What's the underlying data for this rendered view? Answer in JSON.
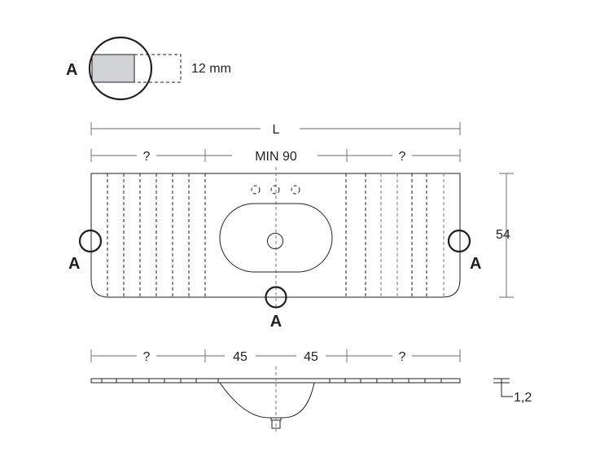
{
  "detail": {
    "label": "A",
    "thickness": "12 mm"
  },
  "plan": {
    "overall_length": "L",
    "left_segment": "?",
    "center_segment": "MIN 90",
    "right_segment": "?",
    "depth": "54",
    "marker_left": "A",
    "marker_right": "A",
    "marker_bottom": "A"
  },
  "section": {
    "left_segment": "?",
    "center_left": "45",
    "center_right": "45",
    "right_segment": "?",
    "edge_thickness": "1,2"
  }
}
